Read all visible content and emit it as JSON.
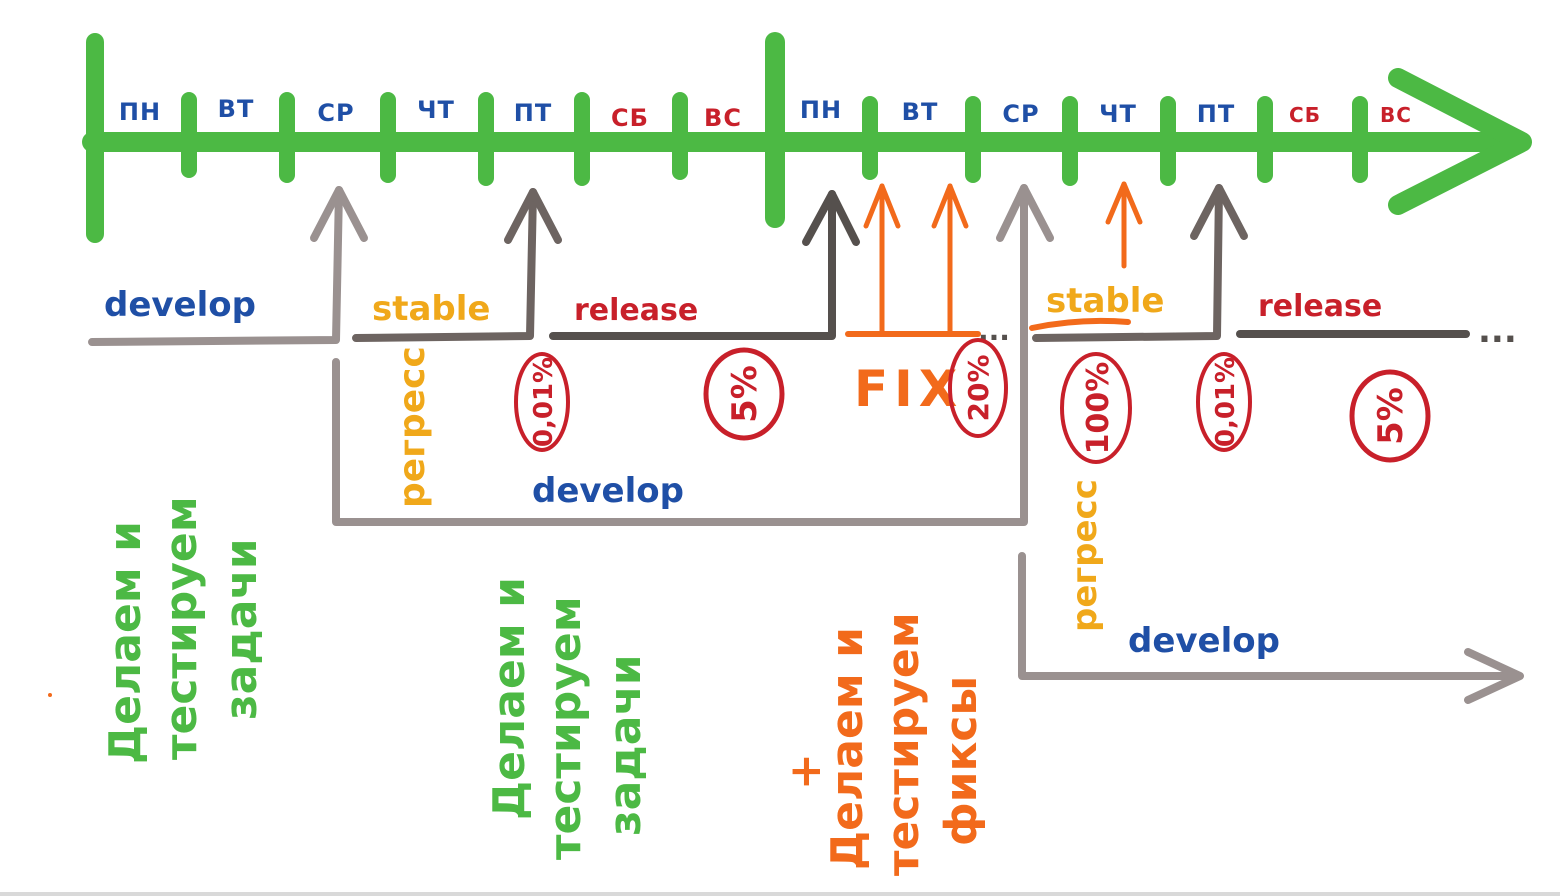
{
  "colors": {
    "green": "#4cb944",
    "gray": "#9a9190",
    "dark": "#55504d",
    "blue": "#1f4fa6",
    "red": "#c8202a",
    "orange": "#f0a81a",
    "fix": "#f26a1b"
  },
  "timeline": {
    "week1": [
      "ПН",
      "ВТ",
      "СР",
      "ЧТ",
      "ПТ",
      "СБ",
      "ВС"
    ],
    "week2": [
      "ПН",
      "ВТ",
      "СР",
      "ЧТ",
      "ПТ",
      "СБ",
      "ВС"
    ]
  },
  "branches": {
    "develop_1": "develop",
    "stable_1": "stable",
    "release_1": "release",
    "develop_2": "develop",
    "stable_2": "stable",
    "release_2": "release",
    "develop_3": "develop",
    "fix": "FIX",
    "dots_1": "...",
    "dots_2": "..."
  },
  "rollout": {
    "r1": "0,01%",
    "r2": "5%",
    "r3": "20%",
    "r4": "100%",
    "r5": "0,01%",
    "r6": "5%"
  },
  "labels": {
    "regress_1": "регресс",
    "regress_2": "регресс",
    "note_1a": "Делаем и",
    "note_1b": "тестируем",
    "note_1c": "задачи",
    "note_2a": "Делаем и",
    "note_2b": "тестируем",
    "note_2c": "задачи",
    "plus": "+",
    "note_3a": "Делаем и",
    "note_3b": "тестируем",
    "note_3c": "фиксы"
  }
}
